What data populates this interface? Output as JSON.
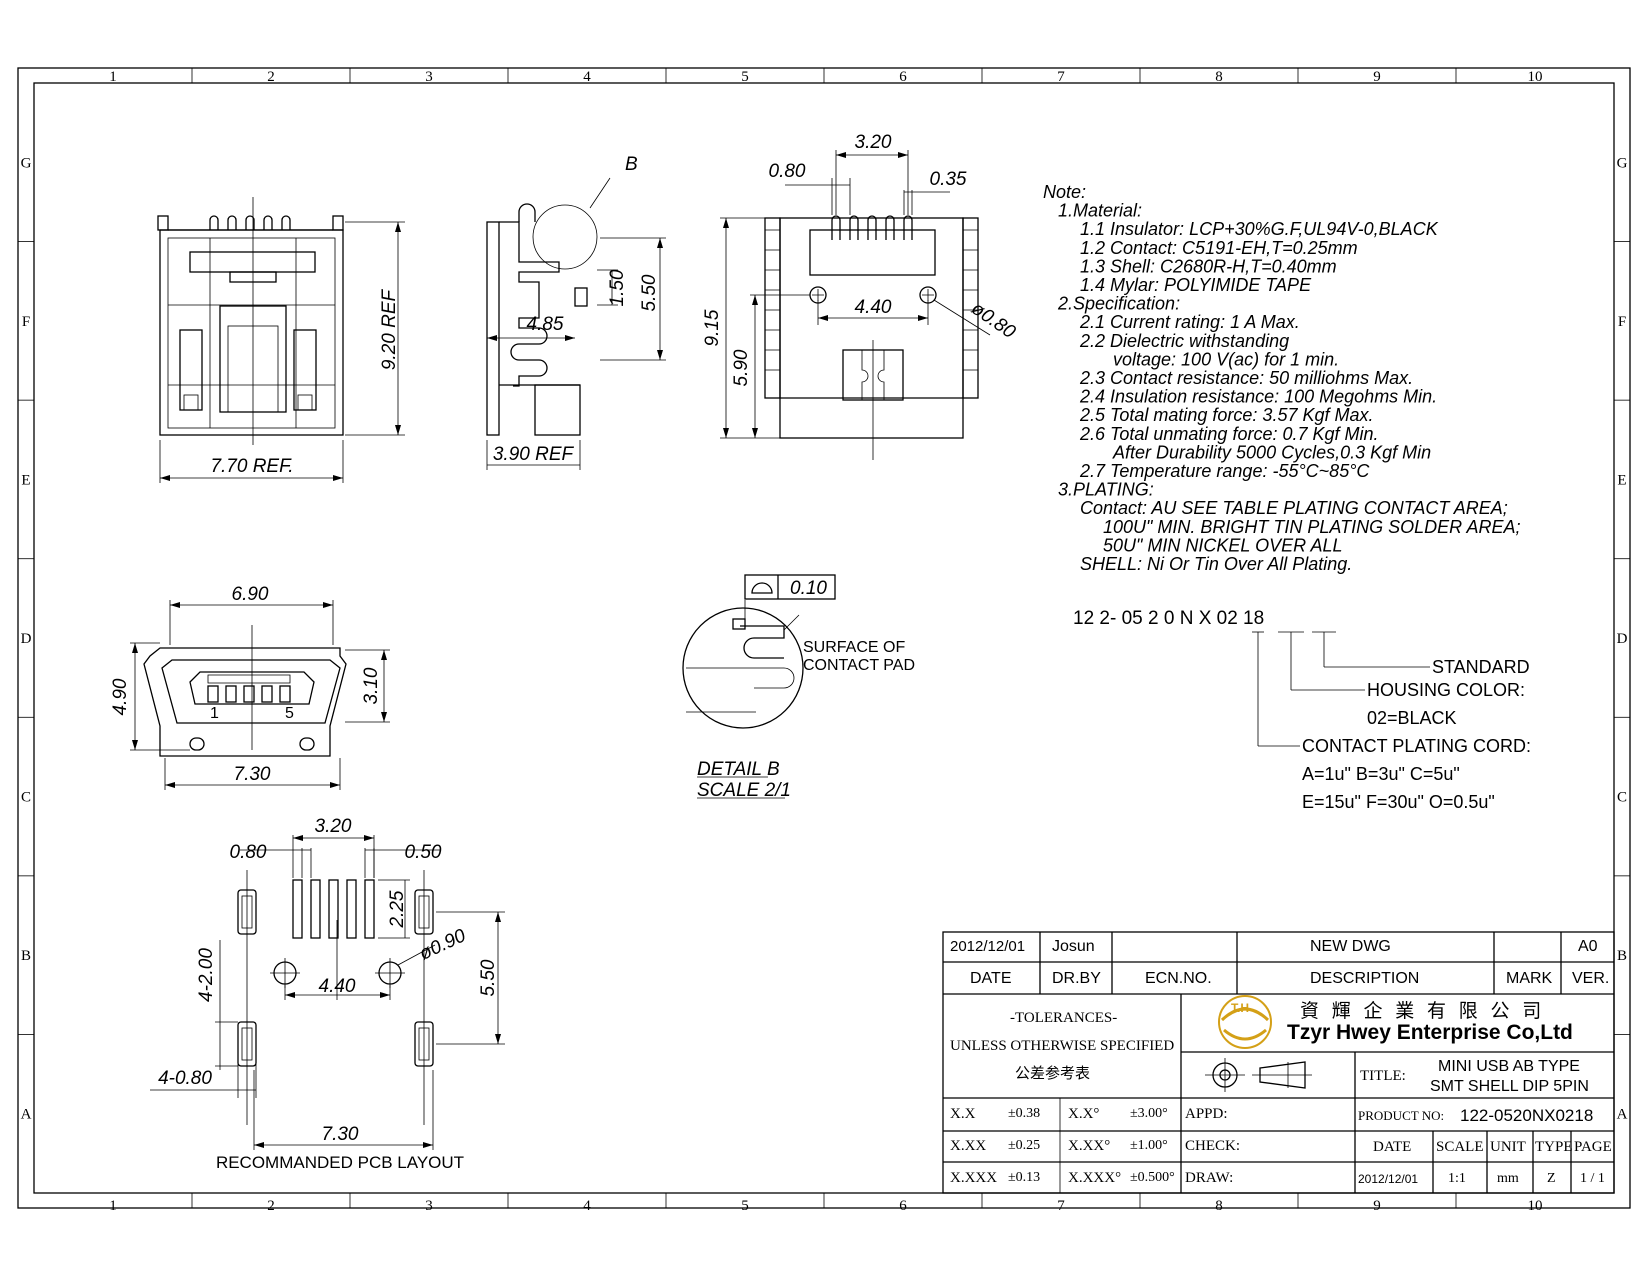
{
  "grid": {
    "columns": [
      "1",
      "2",
      "3",
      "4",
      "5",
      "6",
      "7",
      "8",
      "9",
      "10"
    ],
    "rows": [
      "G",
      "F",
      "E",
      "D",
      "C",
      "B",
      "A"
    ]
  },
  "dims": {
    "top_view": {
      "ref_h": "9.20 REF",
      "ref_w": "7.70 REF."
    },
    "side_view": {
      "d1": "4.85",
      "d2": "1.50",
      "d3": "5.50",
      "d4": "3.90 REF",
      "detail": "B"
    },
    "front_view": {
      "d1": "3.20",
      "d2": "0.80",
      "d3": "0.35",
      "d4": "4.40",
      "d5": "ø0.80",
      "d6": "9.15",
      "d7": "5.90"
    },
    "end_view": {
      "d1": "6.90",
      "d2": "4.90",
      "d3": "3.10",
      "d4": "7.30",
      "pin1": "1",
      "pin5": "5"
    },
    "pcb": {
      "d1": "3.20",
      "d2": "0.80",
      "d3": "0.50",
      "d4": "2.25",
      "d5": "ø0.90",
      "d6": "4-2.00",
      "d7": "4.40",
      "d8": "5.50",
      "d9": "4-0.80",
      "d10": "7.30",
      "caption": "RECOMMANDED PCB LAYOUT"
    },
    "detail": {
      "tol": "0.10",
      "label1": "SURFACE OF",
      "label2": "CONTACT PAD",
      "caption1": "DETAIL B",
      "caption2": "SCALE 2/1"
    }
  },
  "notes": [
    "Note:",
    "1.Material:",
    "1.1  Insulator:  LCP+30%G.F,UL94V-0,BLACK",
    "1.2  Contact:  C5191-EH,T=0.25mm",
    "1.3  Shell:  C2680R-H,T=0.40mm",
    "1.4  Mylar:  POLYIMIDE  TAPE",
    "2.Specification:",
    "2.1  Current  rating:  1  A  Max.",
    "2.2  Dielectric  withstanding",
    "voltage:  100  V(ac)  for  1  min.",
    "2.3  Contact  resistance:  50  milliohms  Max.",
    "2.4  Insulation  resistance:  100  Megohms  Min.",
    "2.5  Total  mating  force:  3.57  Kgf  Max.",
    "2.6  Total  unmating  force:  0.7  Kgf  Min.",
    "After  Durability  5000  Cycles,0.3  Kgf  Min",
    "2.7  Temperature  range:  -55°C~85°C",
    "3.PLATING:",
    "Contact:  AU  SEE  TABLE  PLATING  CONTACT  AREA;",
    "100U\"  MIN.  BRIGHT  TIN  PLATING  SOLDER  AREA;",
    "50U\"  MIN  NICKEL  OVER  ALL",
    "SHELL:    Ni  Or  Tin  Over  All  Plating."
  ],
  "part_code": {
    "code": "12  2-  05  2  0  N  X  02  18",
    "standard": "STANDARD",
    "housing": "HOUSING  COLOR:",
    "housing_val": "02=BLACK",
    "plating": "CONTACT  PLATING  CORD:",
    "plating_row1": "A=1u\"    B=3u\"    C=5u\"",
    "plating_row2": "E=15u\"  F=30u\"  O=0.5u\""
  },
  "title_block": {
    "rev_date": "2012/12/01",
    "rev_by": "Josun",
    "rev_desc": "NEW  DWG",
    "rev_ver": "A0",
    "h_date": "DATE",
    "h_drby": "DR.BY",
    "h_ecn": "ECN.NO.",
    "h_desc": "DESCRIPTION",
    "h_mark": "MARK",
    "h_ver": "VER.",
    "tol_title": "-TOLERANCES-",
    "tol_sub": "UNLESS OTHERWISE SPECIFIED",
    "tol_cn": "公差参考表",
    "logo_mark": "T.H",
    "company_cn": "資 輝 企 業 有 限 公 司",
    "company_en": "Tzyr Hwey Enterprise Co,Ltd",
    "title_label": "TITLE:",
    "title_l1": "MINI USB AB TYPE",
    "title_l2": "SMT SHELL DIP 5PIN",
    "tol_rows": [
      [
        "X.X",
        "±0.38",
        "X.X°",
        "±3.00°"
      ],
      [
        "X.XX",
        "±0.25",
        "X.XX°",
        "±1.00°"
      ],
      [
        "X.XXX",
        "±0.13",
        "X.XXX°",
        "±0.500°"
      ]
    ],
    "appd": "APPD:",
    "check": "CHECK:",
    "draw": "DRAW:",
    "product_label": "PRODUCT NO:",
    "product_no": "122-0520NX0218",
    "f_date": "DATE",
    "f_scale": "SCALE",
    "f_unit": "UNIT",
    "f_type": "TYPE",
    "f_page": "PAGE",
    "v_date": "2012/12/01",
    "v_scale": "1:1",
    "v_unit": "mm",
    "v_type": "Z",
    "v_page": "1 / 1"
  }
}
